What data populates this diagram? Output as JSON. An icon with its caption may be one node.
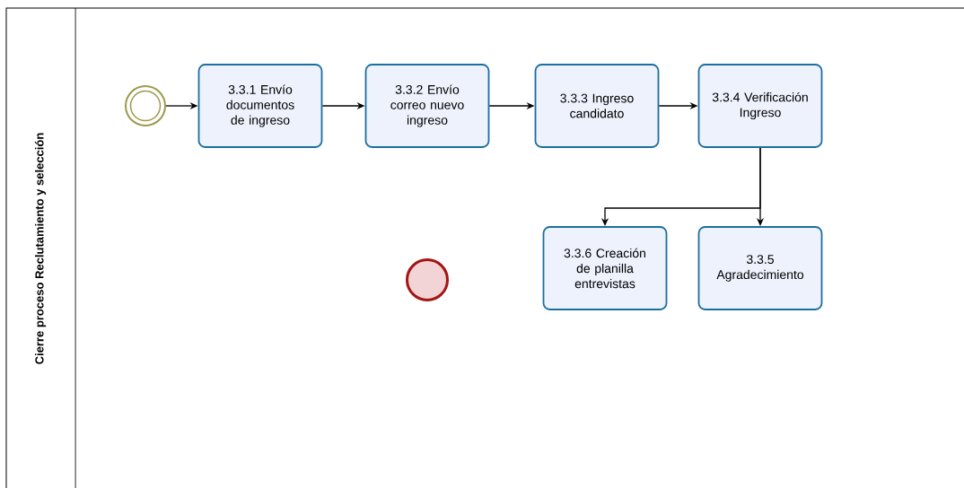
{
  "diagram": {
    "nodes": [
      {
        "text": [
          "Cierre proceso Reclutamiento y selección"
        ]
      },
      {
        "text": [],
        "shape": "circle",
        "in": 0
      },
      {
        "text": [
          "3.3.1 Envío documentos de ingreso"
        ],
        "in": 0
      },
      {
        "text": [
          "3.3.2 Envío correo nuevo ingreso"
        ],
        "in": 0
      },
      {
        "text": [
          "3.3.3 Ingreso candidato"
        ],
        "in": 0
      },
      {
        "text": [
          "3.3.4 Verificación Ingreso"
        ],
        "in": 0
      },
      {
        "text": [
          "3.3.6 Creación de planilla entrevistas"
        ],
        "in": 0
      },
      {
        "text": [
          "3.3.5 Agradecimiento"
        ],
        "in": 0
      },
      {
        "text": [],
        "shape": "circle",
        "in": 0
      }
    ],
    "edges": [
      {
        "from": 1,
        "to": 2,
        "arrow": "to"
      },
      {
        "from": 2,
        "to": 3,
        "arrow": "to"
      },
      {
        "from": 3,
        "to": 4,
        "arrow": "to"
      },
      {
        "from": 4,
        "to": 5,
        "arrow": "to"
      },
      {
        "from": 5,
        "to": 7,
        "arrow": "to"
      },
      {
        "from": 5,
        "to": 6,
        "arrow": "to"
      }
    ]
  }
}
